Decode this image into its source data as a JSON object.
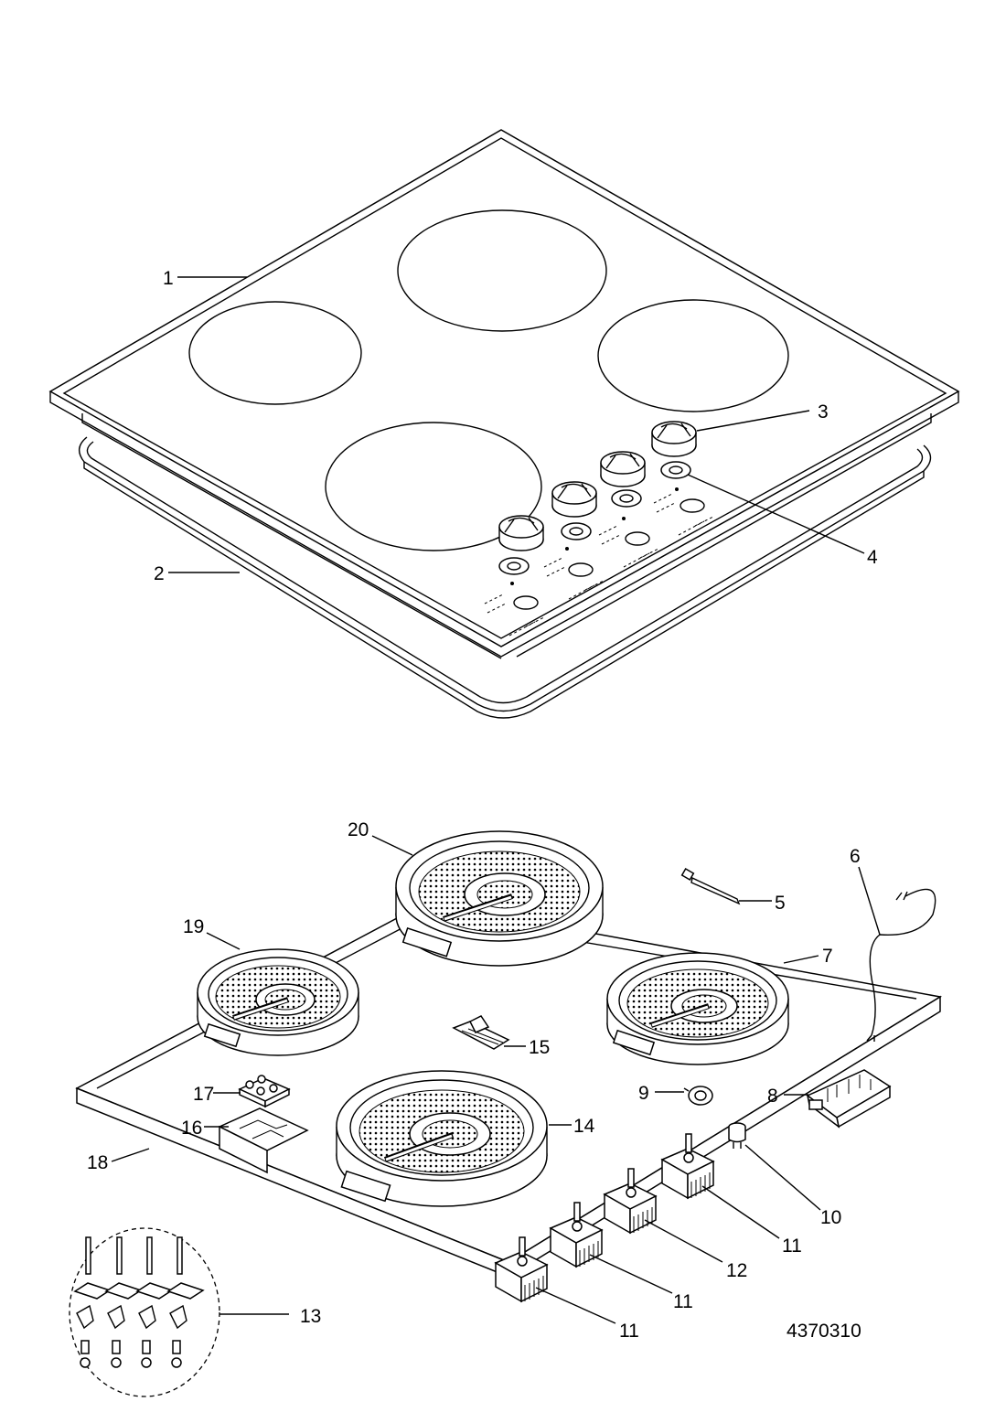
{
  "diagram": {
    "callouts": [
      {
        "id": "1",
        "text": "1"
      },
      {
        "id": "2",
        "text": "2"
      },
      {
        "id": "3",
        "text": "3"
      },
      {
        "id": "4",
        "text": "4"
      },
      {
        "id": "5",
        "text": "5"
      },
      {
        "id": "6",
        "text": "6"
      },
      {
        "id": "7",
        "text": "7"
      },
      {
        "id": "8",
        "text": "8"
      },
      {
        "id": "9",
        "text": "9"
      },
      {
        "id": "10",
        "text": "10"
      },
      {
        "id": "11a",
        "text": "11"
      },
      {
        "id": "11b",
        "text": "11"
      },
      {
        "id": "11c",
        "text": "11"
      },
      {
        "id": "12",
        "text": "12"
      },
      {
        "id": "13",
        "text": "13"
      },
      {
        "id": "14",
        "text": "14"
      },
      {
        "id": "15",
        "text": "15"
      },
      {
        "id": "16",
        "text": "16"
      },
      {
        "id": "17",
        "text": "17"
      },
      {
        "id": "18",
        "text": "18"
      },
      {
        "id": "19",
        "text": "19"
      },
      {
        "id": "20",
        "text": "20"
      }
    ],
    "figure_number": "4370310"
  }
}
